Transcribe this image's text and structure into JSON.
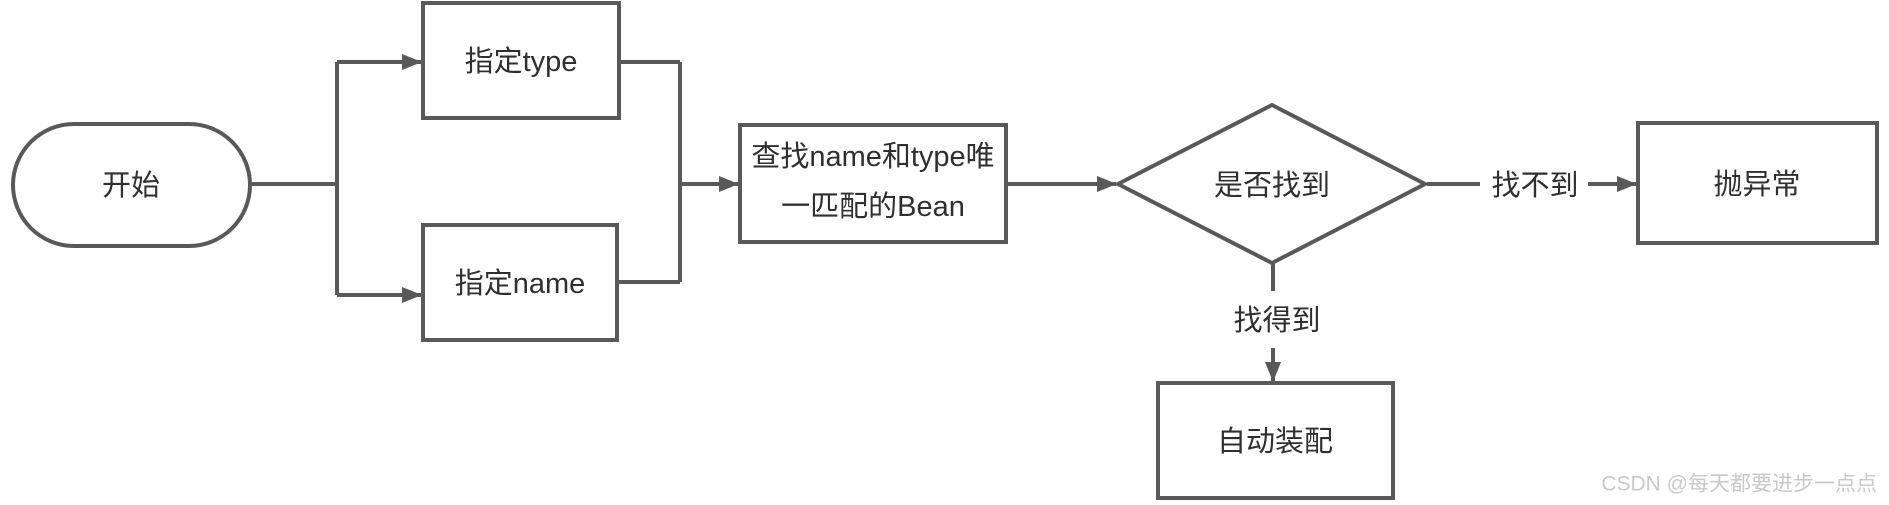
{
  "diagram": {
    "title": "Bean autowire lookup flowchart",
    "colors": {
      "stroke": "#595959",
      "text": "#2f2f2f",
      "watermark": "#c9c9c9",
      "background": "#ffffff"
    },
    "nodes": {
      "start": {
        "label": "开始",
        "shape": "stadium"
      },
      "specify_type": {
        "label": "指定type",
        "shape": "rect"
      },
      "specify_name": {
        "label": "指定name",
        "shape": "rect"
      },
      "lookup": {
        "label": "查找name和type唯一匹配的Bean",
        "lines": [
          "查找name和type唯",
          "一匹配的Bean"
        ],
        "shape": "rect"
      },
      "decision": {
        "label": "是否找到",
        "shape": "diamond"
      },
      "throw_exception": {
        "label": "抛异常",
        "shape": "rect"
      },
      "autowire": {
        "label": "自动装配",
        "shape": "rect"
      }
    },
    "edge_labels": {
      "not_found": "找不到",
      "found": "找得到"
    }
  },
  "watermark": {
    "text": "CSDN @每天都要进步一点点"
  }
}
